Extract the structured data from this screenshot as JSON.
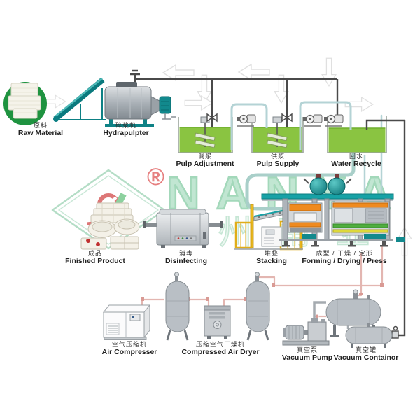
{
  "watermark": {
    "brand": "NANYA",
    "registered_mark": "®",
    "chinese_text": "广州南亚"
  },
  "colors": {
    "brand_green": "#97d3b1",
    "logo_red": "#e26b6b",
    "tank_liquid_green": "#8ac441",
    "machine_teal": "#12898d",
    "raw_material_green": "#1f9340",
    "pipe_dark": "#4a4a4a",
    "pipe_light_teal": "#b4d3d5",
    "pipe_pink": "#e3b6b1",
    "stacking_yellow": "#e0ad18",
    "forming_orange": "#ef8a1f"
  },
  "stations": [
    {
      "id": "raw-material",
      "zh": "原料",
      "en": "Raw Material"
    },
    {
      "id": "hydrapulper",
      "zh": "碎浆机",
      "en": "Hydrapulpter"
    },
    {
      "id": "pulp-adjustment",
      "zh": "调浆",
      "en": "Pulp Adjustment"
    },
    {
      "id": "pulp-supply",
      "zh": "供浆",
      "en": "Pulp Supply"
    },
    {
      "id": "water-recycle",
      "zh": "回水",
      "en": "Water Recycle"
    },
    {
      "id": "finished-product",
      "zh": "成品",
      "en": "Finished Product"
    },
    {
      "id": "disinfecting",
      "zh": "消毒",
      "en": "Disinfecting"
    },
    {
      "id": "stacking",
      "zh": "堆叠",
      "en": "Stacking"
    },
    {
      "id": "forming-drying-press",
      "zh": "成型 / 干燥 / 定形",
      "en": "Forming / Drying / Press"
    },
    {
      "id": "air-compressor",
      "zh": "空气压缩机",
      "en": "Air Compresser"
    },
    {
      "id": "compressed-air-dryer",
      "zh": "压缩空气干燥机",
      "en": "Compressed Air Dryer"
    },
    {
      "id": "vacuum-pump",
      "zh": "真空泵",
      "en": "Vacuum Pump"
    },
    {
      "id": "vacuum-container",
      "zh": "真空罐",
      "en": "Vacuum Containor"
    }
  ]
}
